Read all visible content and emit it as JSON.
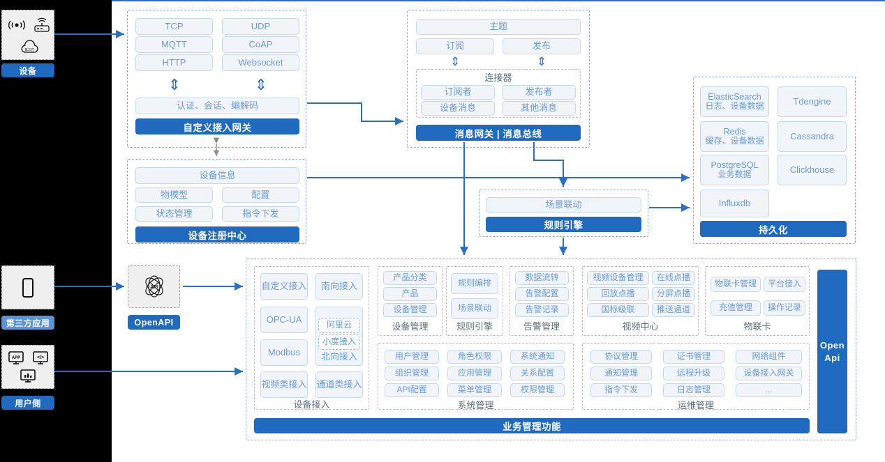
{
  "colors": {
    "accent": "#1f69bf",
    "accent_light": "#5b93d6",
    "cell_text": "#6a9ad6",
    "cell_fill": "#f1f5fa",
    "cell_border": "#c3d7ee",
    "group_border": "#8aa9d6",
    "caption": "#5f6b7a",
    "wire": "#2a6fc4",
    "page_bg": "#ffffff",
    "left_bg": "#000000"
  },
  "left_rail": {
    "device": {
      "label": "设备",
      "icons": [
        "signal-wave-icon",
        "router-icon",
        "cloud-icon"
      ]
    },
    "third_party": {
      "label": "第三方应用",
      "icons": [
        "mobile-phone-icon"
      ]
    },
    "user_side": {
      "label": "用户侧",
      "icons": [
        "app-window-icon",
        "code-window-icon",
        "chart-window-icon"
      ]
    }
  },
  "access_gateway": {
    "protocols": [
      "TCP",
      "UDP",
      "MQTT",
      "CoAP",
      "HTTP",
      "Websocket"
    ],
    "middle": "认证、会话、编解码",
    "bar": "自定义接入网关"
  },
  "message_gateway": {
    "topic": "主题",
    "subscribe": "订阅",
    "publish": "发布",
    "connector_title": "连接器",
    "connector_items": [
      "订阅者",
      "发布者",
      "设备消息",
      "其他消息"
    ],
    "bar": "消息网关 | 消息总线"
  },
  "device_registry": {
    "info": "设备信息",
    "items": [
      "物模型",
      "配置",
      "状态管理",
      "指令下发"
    ],
    "bar": "设备注册中心"
  },
  "rule_engine": {
    "scene": "场景联动",
    "bar": "规则引擎"
  },
  "persistence": {
    "items": [
      {
        "name": "ElasticSearch",
        "sub": "日志、设备数据"
      },
      {
        "name": "Tdengine",
        "sub": ""
      },
      {
        "name": "Redis",
        "sub": "缓存、设备数据"
      },
      {
        "name": "Cassandra",
        "sub": ""
      },
      {
        "name": "PostgreSQL",
        "sub": "业务数据"
      },
      {
        "name": "Clickhouse",
        "sub": ""
      },
      {
        "name": "Influxdb",
        "sub": ""
      }
    ],
    "bar": "持久化"
  },
  "openapi": {
    "label": "OpenAPI",
    "icon": "api-atom-icon"
  },
  "business": {
    "bottom_bar": "业务管理功能",
    "side_bar": "Open\nApi",
    "groups": [
      {
        "caption": "设备接入",
        "left_items": [
          "自定义接入",
          "OPC-UA",
          "Modbus",
          "视频类接入"
        ],
        "right_items": [
          "南向接入",
          "北向接入",
          "通道类接入"
        ],
        "nested": [
          "阿里云",
          "小度接入"
        ]
      },
      {
        "caption": "设备管理",
        "items": [
          "产品分类",
          "产品",
          "设备管理"
        ]
      },
      {
        "caption": "规则引擎",
        "items": [
          "规则编排",
          "场景联动"
        ]
      },
      {
        "caption": "告警管理",
        "items": [
          "数据流转",
          "告警配置",
          "告警记录"
        ]
      },
      {
        "caption": "视频中心",
        "items": [
          "视频设备管理",
          "在线点播",
          "回放点播",
          "分屏点播",
          "国标级联",
          "推送通道"
        ]
      },
      {
        "caption": "物联卡",
        "items": [
          "物联卡管理",
          "平台接入",
          "充值管理",
          "操作记录"
        ]
      },
      {
        "caption": "系统管理",
        "items": [
          "用户管理",
          "角色权限",
          "系统通知",
          "组织管理",
          "应用管理",
          "关系配置",
          "API配置",
          "菜单管理",
          "权限管理"
        ]
      },
      {
        "caption": "运维管理",
        "items": [
          "协议管理",
          "证书管理",
          "网络组件",
          "通知管理",
          "远程升级",
          "设备接入网关",
          "指令下发",
          "日志管理",
          "..."
        ]
      }
    ]
  }
}
